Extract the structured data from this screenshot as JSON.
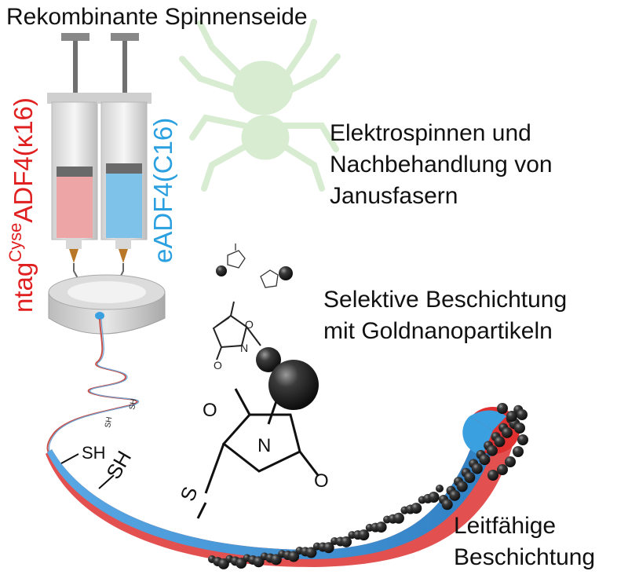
{
  "title": "Rekombinante Spinnenseide",
  "steps": {
    "electrospinning": [
      "Elektrospinnen und",
      "Nachbehandlung von",
      "Janusfasern"
    ],
    "coating": [
      "Selektive Beschichtung",
      "mit Goldnanopartikeln"
    ],
    "conductive": [
      "Leitfähige",
      "Beschichtung"
    ]
  },
  "proteins": {
    "red": {
      "prefix": "ntag",
      "superscript": "Cyse",
      "suffix": "ADF4(κ16)",
      "color": "#e02020"
    },
    "blue": {
      "text": "eADF4(C16)",
      "color": "#2aa0e0"
    }
  },
  "chemistry": {
    "thiol": "SH",
    "sulfur": "S",
    "nitrogen": "N",
    "oxygen": "O"
  },
  "colors": {
    "spider": "#d8ecd2",
    "gold_particle": "#222222",
    "fiber_blue": "#3b8fd0",
    "fiber_red": "#e04040"
  }
}
